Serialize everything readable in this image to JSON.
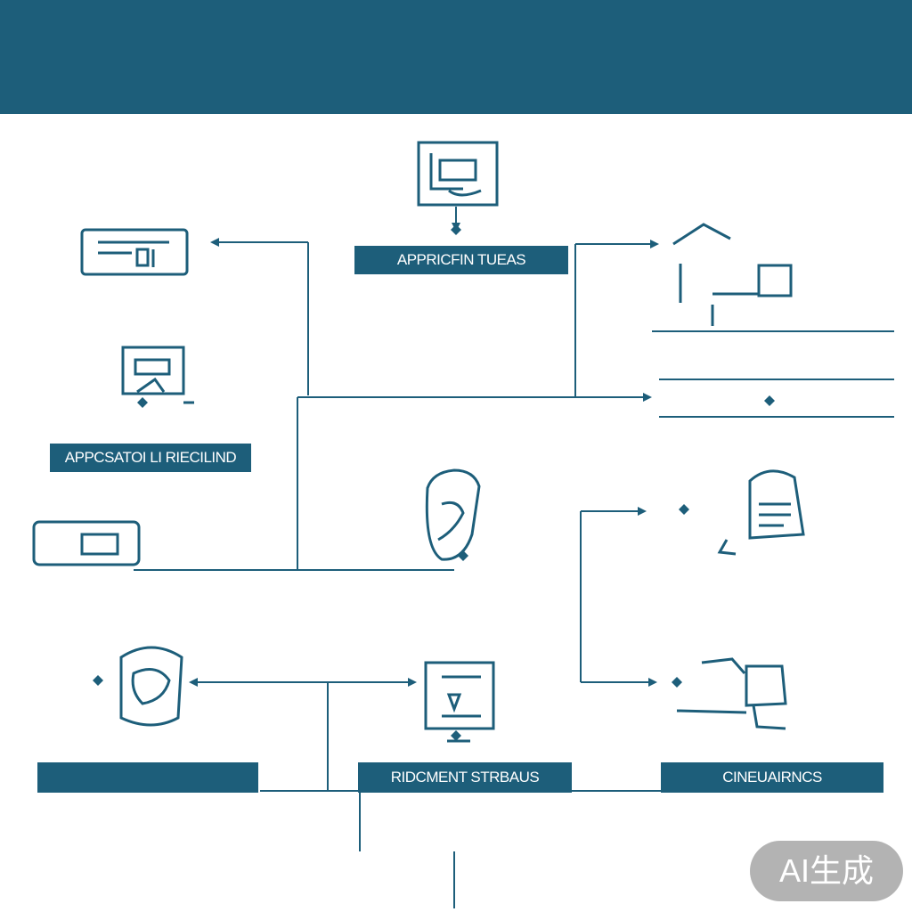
{
  "header": {
    "title": ""
  },
  "nodes": {
    "top_center": {
      "label": "APPRICFIN TUEAS",
      "caption": ""
    },
    "mid_left": {
      "label": "APPCSATOI LI RIECILIND",
      "caption": ""
    },
    "top_left": {
      "caption": ""
    },
    "top_right": {
      "caption": ""
    },
    "bottom_left": {
      "label": "",
      "caption": ""
    },
    "bottom_center": {
      "label": "RIDCMENT STRBAUS",
      "caption": ""
    },
    "bottom_right": {
      "label": "CINEUAIRNCS",
      "caption": ""
    }
  },
  "watermark": {
    "text": "AI生成"
  },
  "colors": {
    "primary": "#1d5e7a",
    "ink": "#123f58",
    "background": "#ffffff"
  }
}
